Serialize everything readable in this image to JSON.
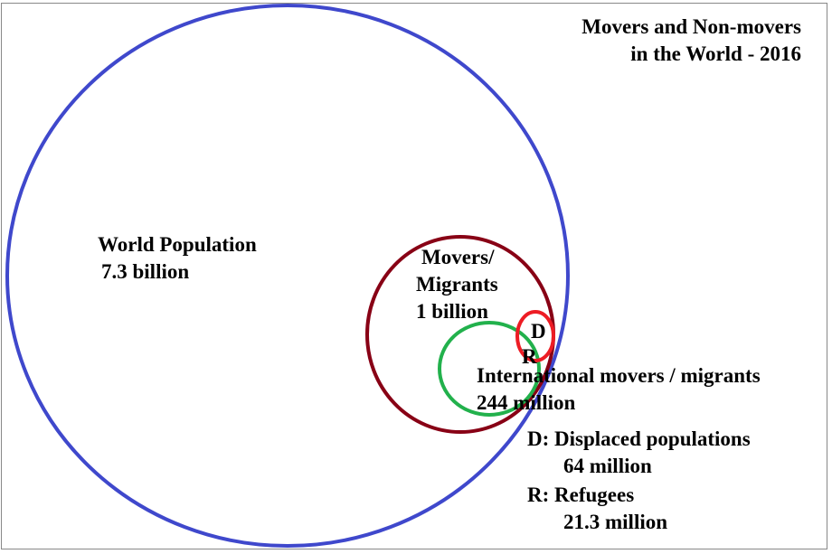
{
  "title": {
    "line1": "Movers and Non-movers",
    "line2": "in the World - 2016"
  },
  "sets": {
    "world": {
      "label": "World Population",
      "value": "7.3 billion",
      "color": "#3f48cc"
    },
    "movers": {
      "label1": "Movers/",
      "label2": "Migrants",
      "value": "1 billion",
      "color": "#880015"
    },
    "international": {
      "label": "International movers / migrants",
      "value": "244 million",
      "color": "#22b14c"
    },
    "displaced": {
      "letter": "D",
      "color": "#ed1c24"
    },
    "refugees": {
      "letter": "R"
    }
  },
  "legend": {
    "d_key": "D:",
    "d_label": "Displaced populations",
    "d_value": "64 million",
    "r_key": "R:",
    "r_label": "Refugees",
    "r_value": "21.3 million"
  }
}
